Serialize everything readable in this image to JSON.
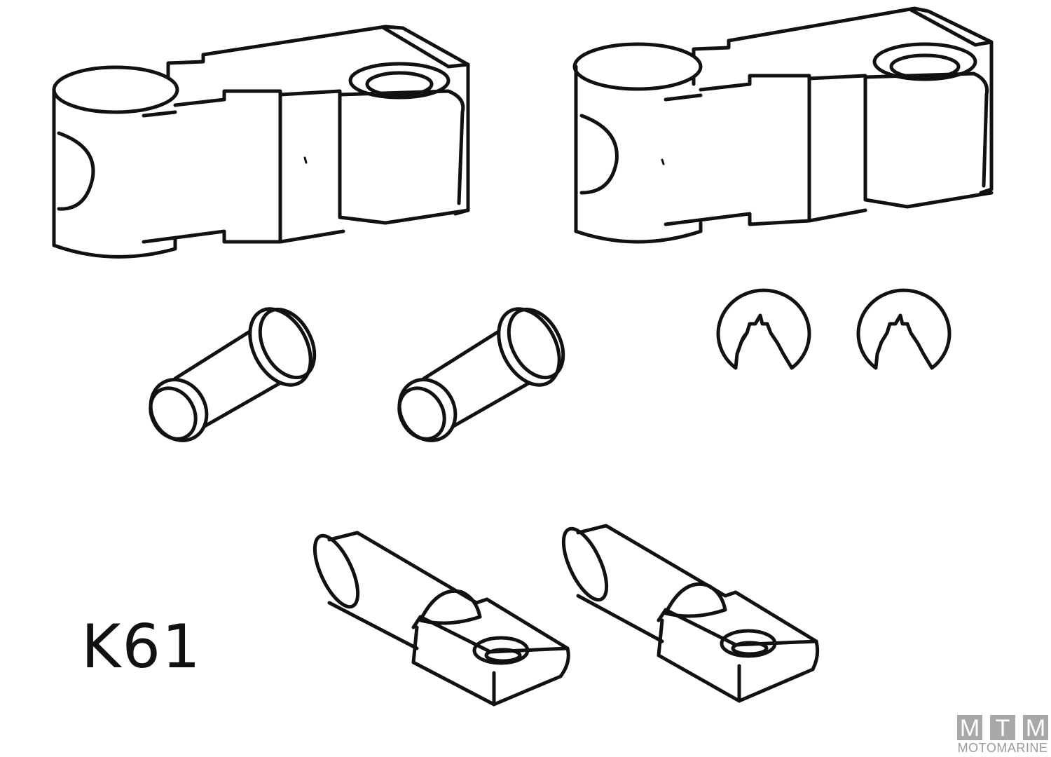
{
  "diagram": {
    "kit_code": "K61",
    "parts": [
      {
        "name": "clevis-bracket",
        "quantity": 2
      },
      {
        "name": "pivot-pin",
        "quantity": 2
      },
      {
        "name": "e-clip",
        "quantity": 2
      },
      {
        "name": "cable-lug",
        "quantity": 2
      }
    ]
  },
  "watermark": {
    "letters": [
      "M",
      "T",
      "M"
    ],
    "brand": "MOTOMARINE"
  }
}
